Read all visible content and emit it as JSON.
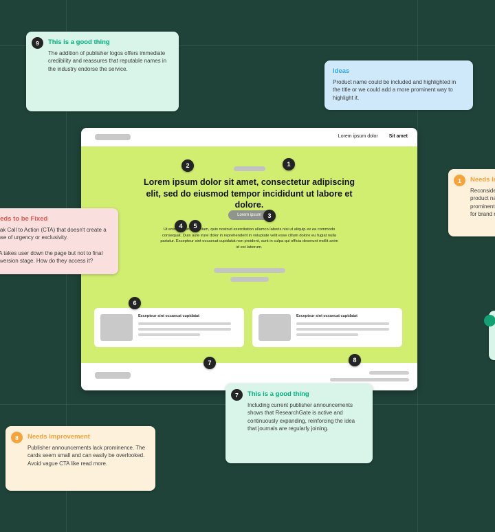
{
  "board": {
    "background": "#1f4339"
  },
  "mockup": {
    "nav": {
      "link1": "Lorem ipsum dolor",
      "link2": "Sit amet"
    },
    "hero": {
      "headline": "Lorem ipsum dolor sit amet, consectetur adipiscing elit, sed do eiusmod tempor incididunt ut labore et dolore.",
      "button_label": "Lorem ipsum",
      "paragraph": "Ut enim ad minim veniam, quis nostrud exercitation ullamco laboris nisi ut aliquip ex ea commodo consequat. Duis aute irure dolor in reprehenderit in voluptate velit esse cillum dolore eu fugiat nulla pariatur. Excepteur sint occaecat cupidatat non proident, sunt in culpa qui officia deserunt mollit anim id est laborum."
    },
    "feature_cards": [
      {
        "title": "Excepteur sint occaecat cupidatat"
      },
      {
        "title": "Excepteur sint occaecat cupidatat"
      }
    ]
  },
  "markers": [
    "1",
    "2",
    "3",
    "4",
    "5",
    "6",
    "7",
    "8"
  ],
  "notes": {
    "good_top": {
      "badge": "9",
      "title": "This is a good thing",
      "body": "The addition of publisher logos offers immediate credibility and reassures that reputable names in the industry endorse the service."
    },
    "ideas": {
      "title": "Ideas",
      "body": "Product name could be included and highlighted in the title or we could add a more prominent way to highlight it."
    },
    "improvement_right": {
      "badge": "1",
      "title": "Needs Improvement",
      "body": "Reconsider the size of\nproduct name to be more\nprominent in the title\nfor brand recognition."
    },
    "fix_left": {
      "title": "Needs to be Fixed",
      "body": "Weak Call to Action (CTA) that doesn't create a sense of urgency or exclusivity.\n\nCTA takes user down the page but not to final conversion stage. How do they access it?"
    },
    "good_bottom": {
      "badge": "7",
      "title": "This is a good thing",
      "body": "Including current publisher announcements shows that ResearchGate is active and continuously expanding, reinforcing the idea that journals are regularly joining."
    },
    "improvement_bottom": {
      "badge": "8",
      "title": "Needs Improvement",
      "body": "Publisher announcements lack prominence. The cards seem small and can easily be overlooked. Avoid vague CTA like read more."
    }
  },
  "colors": {
    "good_accent": "#00b07d",
    "idea_accent": "#38a7e6",
    "warn_accent": "#f5a43c",
    "fix_accent": "#e4574f",
    "badge_dark": "#242424",
    "hero_background": "#d2ee70"
  }
}
